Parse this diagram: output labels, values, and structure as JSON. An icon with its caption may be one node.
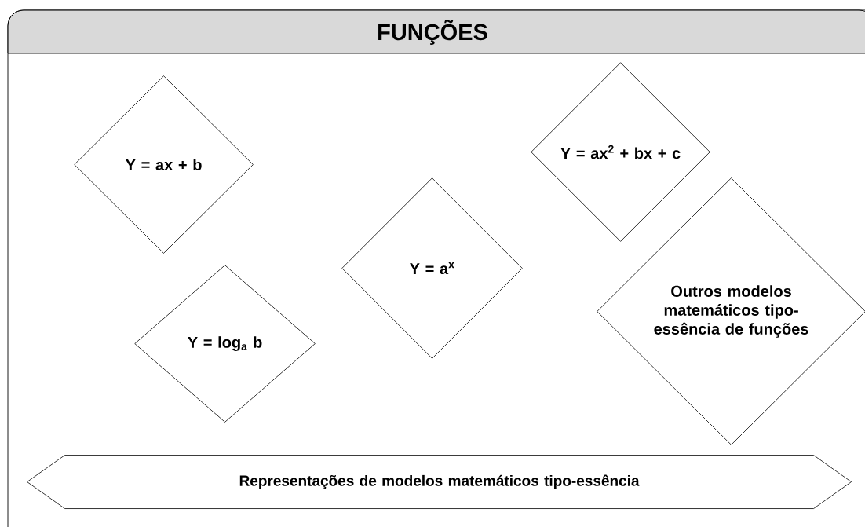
{
  "diagram": {
    "nodes": [
      {
        "text": [
          "FUNÇÕES"
        ]
      },
      {
        "text": [
          "Y = ax + b"
        ],
        "in": 0
      },
      {
        "text": [
          "Y = ax$^{2}$ + bx + c"
        ],
        "in": 0
      },
      {
        "text": [
          "Y = a$^{x}$"
        ],
        "in": 0
      },
      {
        "text": [
          "Outros modelos matemáticos tipo-essência de funções"
        ],
        "in": 0
      },
      {
        "text": [
          "Y = log$_{a}$ b"
        ],
        "in": 0
      },
      {
        "text": [
          "Representações de modelos matemáticos tipo-essência"
        ],
        "in": 0
      }
    ]
  }
}
